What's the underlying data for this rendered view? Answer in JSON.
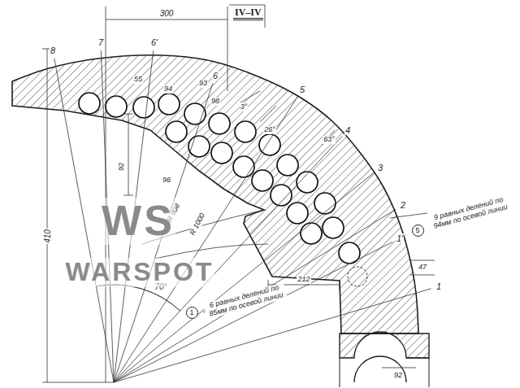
{
  "diagram": {
    "title": "IV–IV",
    "nodes": [
      {
        "text": [
          "1"
        ]
      },
      {
        "text": [
          "5"
        ]
      }
    ],
    "labels": [
      "300",
      "8",
      "7",
      "6'",
      "6",
      "5",
      "4",
      "3",
      "2",
      "1'",
      "1",
      "55",
      "94",
      "93",
      "98",
      "3°",
      "26°",
      "63°",
      "92",
      "96",
      "R 908",
      "R 1000",
      "410",
      "70°",
      "212",
      "47",
      "92",
      "9 равных делений по 94мм по осевой линии",
      "6 равных делений по 85мм по осевой линии",
      "WS",
      "WARSPOT"
    ]
  }
}
